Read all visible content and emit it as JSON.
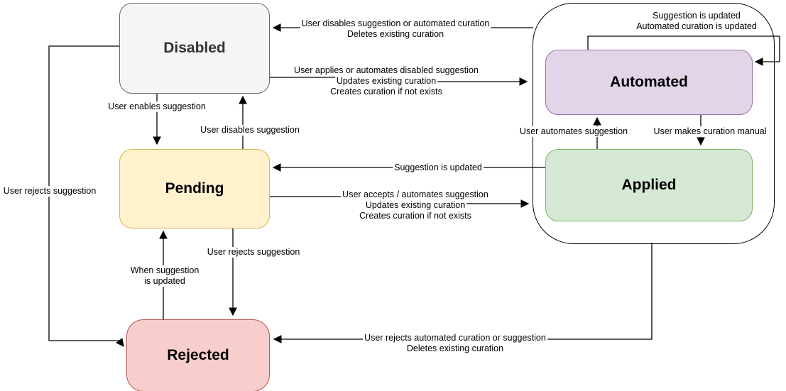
{
  "diagram": {
    "type": "state-transition-diagram",
    "states": {
      "disabled": {
        "label": "Disabled",
        "fill": "#f5f5f5",
        "border": "#666666",
        "text_color": "#333333"
      },
      "pending": {
        "label": "Pending",
        "fill": "#fff2cc",
        "border": "#d6b656",
        "text_color": "#000000"
      },
      "rejected": {
        "label": "Rejected",
        "fill": "#f8cecc",
        "border": "#b85450",
        "text_color": "#000000"
      },
      "automated": {
        "label": "Automated",
        "fill": "#e1d5e7",
        "border": "#9673a6",
        "text_color": "#000000"
      },
      "applied": {
        "label": "Applied",
        "fill": "#d5e8d4",
        "border": "#82b366",
        "text_color": "#000000"
      }
    },
    "edge_color": "#000000",
    "transitions": {
      "group_to_disabled": {
        "from": "group",
        "to": "Disabled",
        "label_lines": [
          "User disables suggestion or automated curation",
          "Deletes existing curation"
        ]
      },
      "disabled_to_group": {
        "from": "Disabled",
        "to": "group",
        "label_lines": [
          "User applies or automates disabled suggestion",
          "Updates existing curation",
          "Creates curation if not exists"
        ]
      },
      "automated_self_loop": {
        "from": "Automated",
        "to": "Automated",
        "label_lines": [
          "Suggestion is updated",
          "Automated curation is updated"
        ]
      },
      "disabled_to_pending": {
        "from": "Disabled",
        "to": "Pending",
        "label_lines": [
          "User enables suggestion"
        ]
      },
      "pending_to_disabled": {
        "from": "Pending",
        "to": "Disabled",
        "label_lines": [
          "User disables suggestion"
        ]
      },
      "applied_to_automated": {
        "from": "Applied",
        "to": "Automated",
        "label_lines": [
          "User automates suggestion"
        ]
      },
      "automated_to_applied": {
        "from": "Automated",
        "to": "Applied",
        "label_lines": [
          "User makes curation manual"
        ]
      },
      "applied_to_pending": {
        "from": "Applied",
        "to": "Pending",
        "label_lines": [
          "Suggestion is updated"
        ]
      },
      "pending_to_group": {
        "from": "Pending",
        "to": "group",
        "label_lines": [
          "User accepts / automates suggestion",
          "Updates existing curation",
          "Creates curation if not exists"
        ]
      },
      "disabled_to_rejected": {
        "from": "Disabled",
        "to": "Rejected",
        "label_lines": [
          "User rejects suggestion"
        ]
      },
      "pending_to_rejected": {
        "from": "Pending",
        "to": "Rejected",
        "label_lines": [
          "User rejects suggestion"
        ]
      },
      "rejected_to_pending": {
        "from": "Rejected",
        "to": "Pending",
        "label_lines": [
          "When suggestion",
          "is updated"
        ]
      },
      "group_to_rejected": {
        "from": "group",
        "to": "Rejected",
        "label_lines": [
          "User rejects automated curation or suggestion",
          "Deletes existing curation"
        ]
      }
    }
  }
}
